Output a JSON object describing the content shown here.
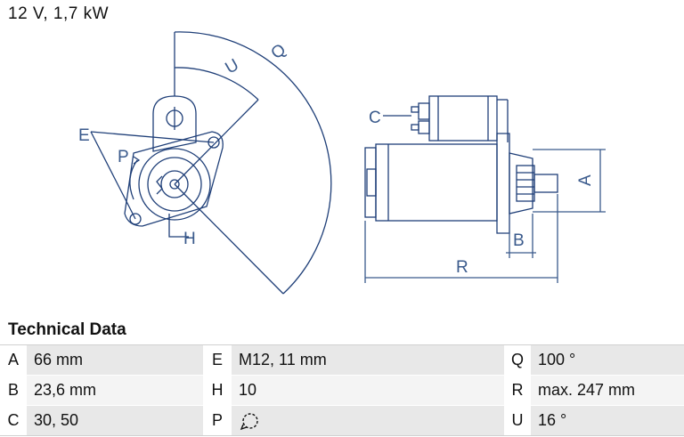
{
  "header": {
    "title": "12 V, 1,7 kW"
  },
  "drawing": {
    "labels": {
      "Q": "Q",
      "U": "U",
      "E": "E",
      "P": "P",
      "H": "H",
      "C": "C",
      "A": "A",
      "B": "B",
      "R": "R"
    },
    "colors": {
      "line": "#1f3f78",
      "dim": "#3a5a8c"
    }
  },
  "specs": {
    "title": "Technical Data",
    "rows": [
      [
        {
          "key": "A",
          "value": "66 mm"
        },
        {
          "key": "E",
          "value": "M12, 11 mm"
        },
        {
          "key": "Q",
          "value": "100 °"
        }
      ],
      [
        {
          "key": "B",
          "value": "23,6 mm"
        },
        {
          "key": "H",
          "value": "10"
        },
        {
          "key": "R",
          "value": "max. 247 mm"
        }
      ],
      [
        {
          "key": "C",
          "value": "30, 50"
        },
        {
          "key": "P",
          "value": "",
          "icon": "clockwise-rotation-icon"
        },
        {
          "key": "U",
          "value": "16 °"
        }
      ]
    ]
  }
}
